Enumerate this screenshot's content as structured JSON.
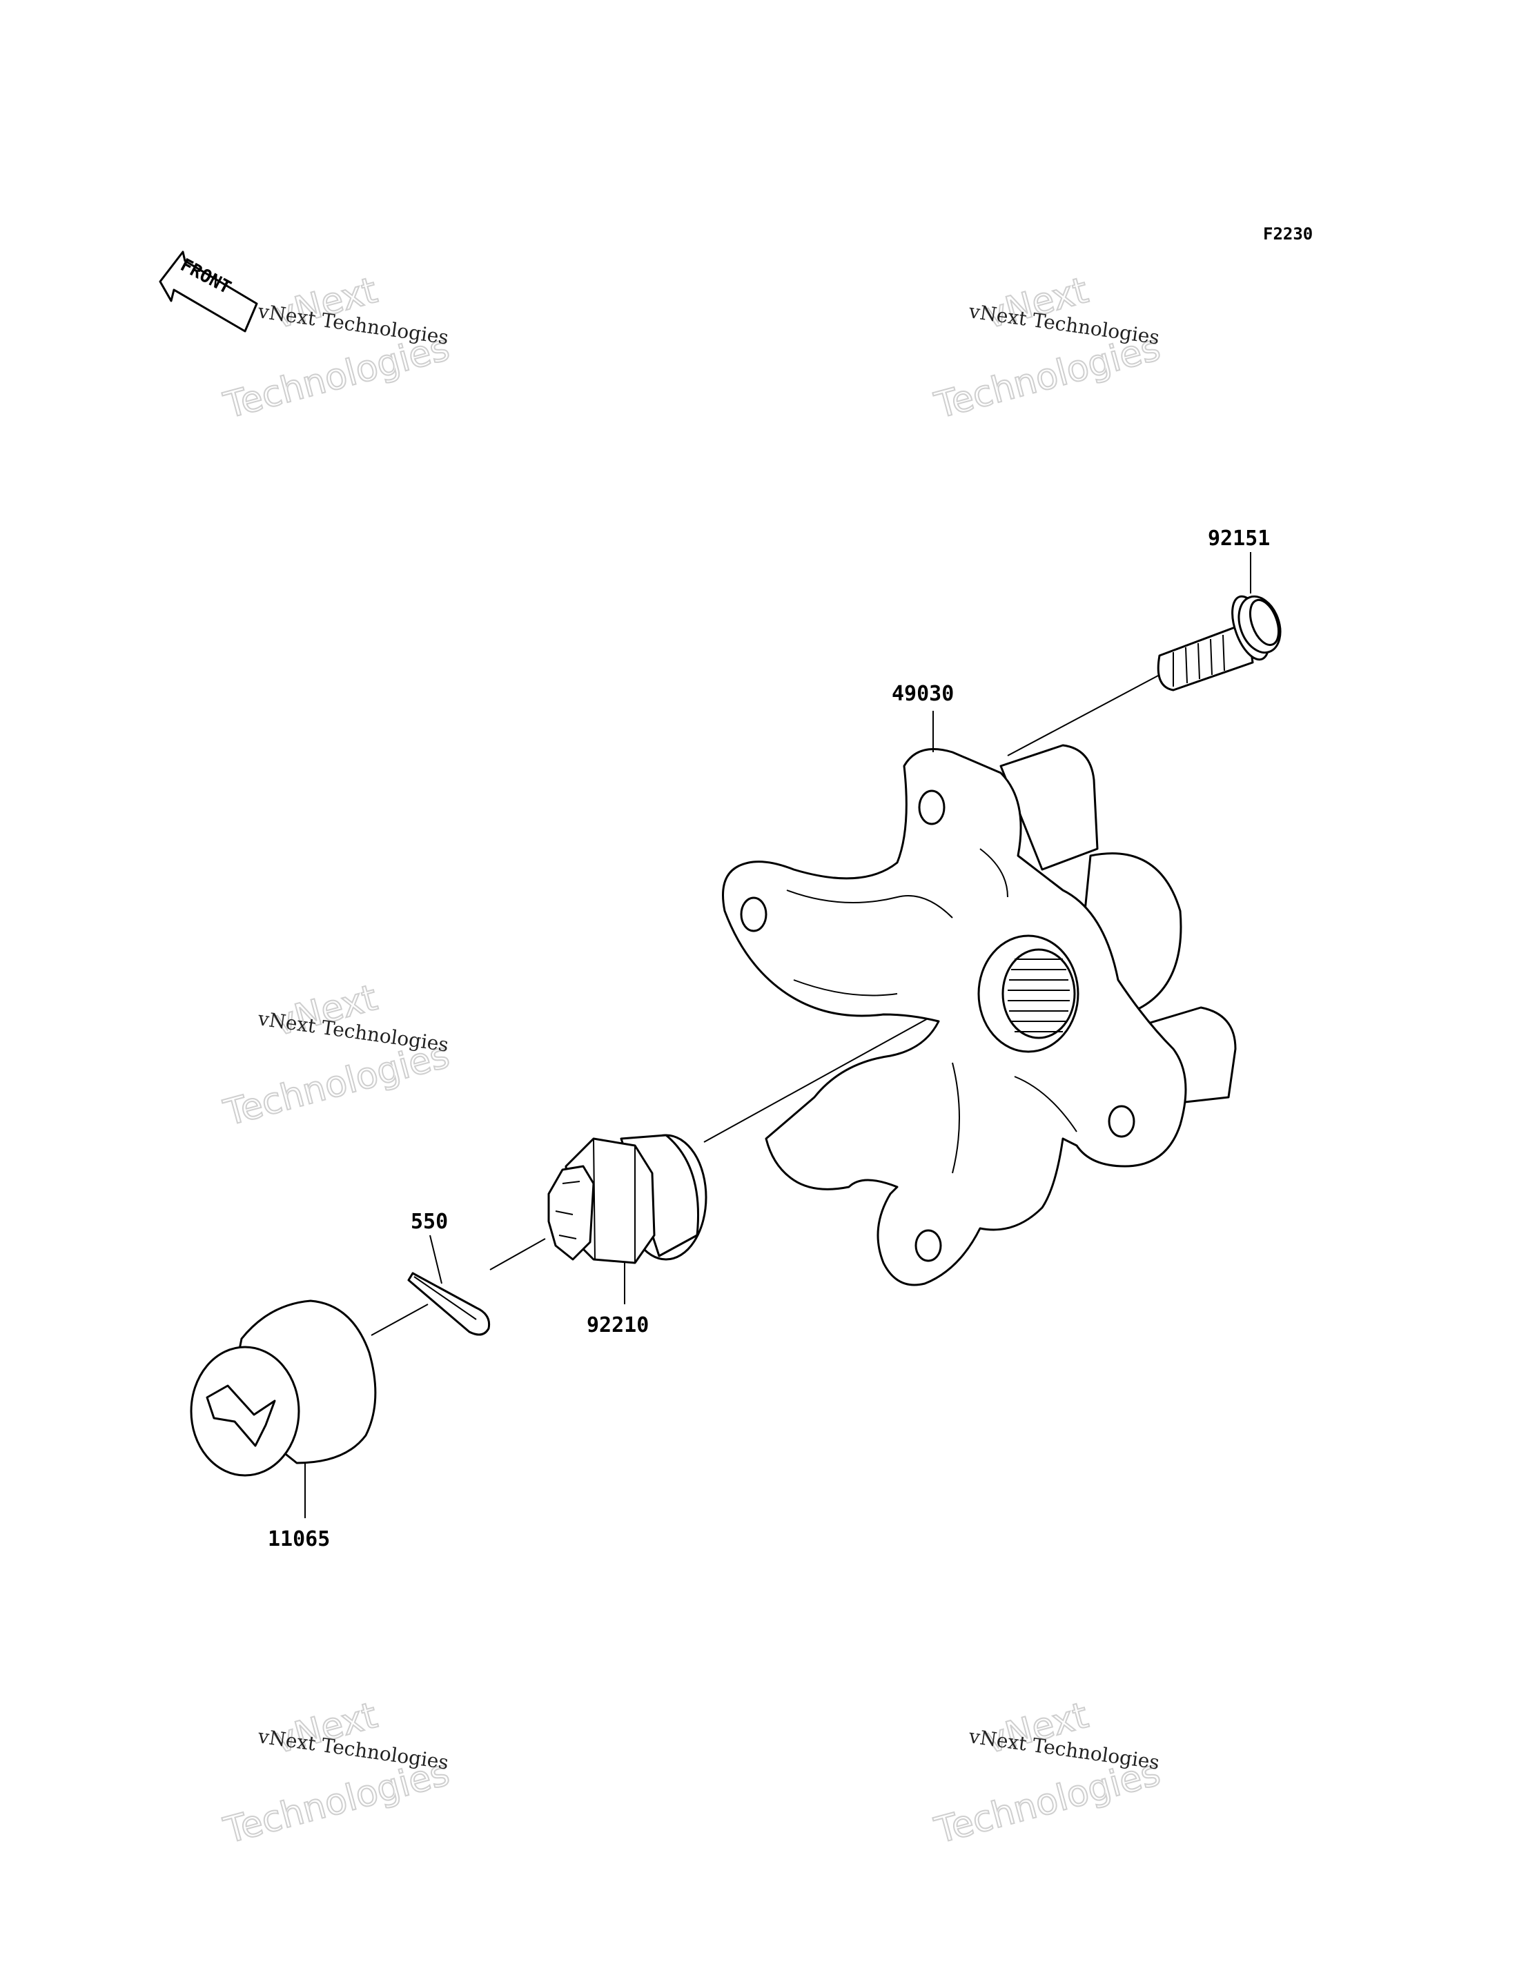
{
  "diagram": {
    "code": "F2230",
    "front_label": "FRONT",
    "parts": [
      {
        "id": "92151",
        "label": "92151"
      },
      {
        "id": "49030",
        "label": "49030"
      },
      {
        "id": "550",
        "label": "550"
      },
      {
        "id": "92210",
        "label": "92210"
      },
      {
        "id": "11065",
        "label": "11065"
      }
    ]
  },
  "watermark": {
    "brand_line": "vNext Technologies",
    "big_line1": "vNext",
    "big_line2": "Technologies"
  }
}
